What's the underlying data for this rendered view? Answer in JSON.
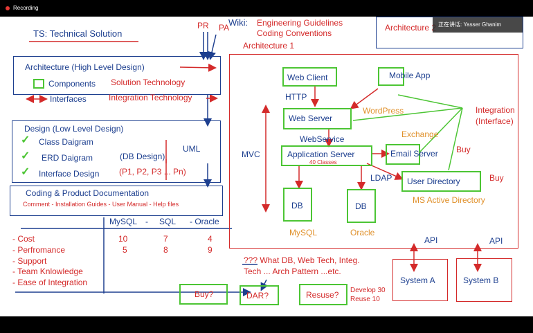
{
  "recording": {
    "label": "Recording"
  },
  "speaker": {
    "label": "正在讲话: Yasser Ghanim"
  },
  "whiteboard": {
    "ts_title": "TS: Technical Solution",
    "pr": "PR",
    "pa": "PA",
    "wiki": "Wiki:",
    "eng_guidelines": "Engineering Guidelines",
    "coding_conventions": "Coding Conventions",
    "architecture1": "Architecture 1",
    "architecture2": "Architecture 2",
    "arch_box": {
      "title": "Architecture (High Level Design)",
      "components": "Components",
      "interfaces": "Interfaces"
    },
    "solution_tech": "Solution Technology",
    "integration_tech": "Integration Technology",
    "design_box": {
      "title": "Design (Low Level Design)",
      "items": [
        "Class Daigram",
        "ERD Daigram",
        "Interface Design"
      ]
    },
    "db_design": "(DB Design)",
    "uml": "UML",
    "p_list": "(P1, P2, P3 ... Pn)",
    "coding_box": {
      "title": "Coding & Product Documentation",
      "subtitle": "Comment - Installation Guides - User Manual - Help files"
    },
    "comparison": {
      "headers": [
        "MySQL",
        "-",
        "SQL",
        "- Oracle"
      ],
      "rows": [
        {
          "label": "- Cost",
          "values": [
            "10",
            "7",
            "4"
          ]
        },
        {
          "label": "- Perfromance",
          "values": [
            "5",
            "8",
            "9"
          ]
        },
        {
          "label": "- Support",
          "values": []
        },
        {
          "label": "- Team Knlowledge",
          "values": []
        },
        {
          "label": "- Ease of Integration",
          "values": []
        }
      ]
    },
    "diagram": {
      "web_client": "Web Client",
      "mobile_app": "Mobile App",
      "http": "HTTP",
      "web_server": "Web Server",
      "wordpress": "WordPress",
      "integration": "Integration",
      "integration_sub": "(Interface)",
      "webservice": "WebService",
      "exchange": "Exchange",
      "mvc": "MVC",
      "app_server": "Application Server",
      "classes": "40 Classes",
      "email_server": "Email Server",
      "buy1": "Buy",
      "ldap": "LDAP",
      "user_directory": "User Directory",
      "buy2": "Buy",
      "ms_ad": "MS Active Directory",
      "db1": "DB",
      "db2": "DB",
      "mysql": "MySQL",
      "oracle": "Oracle"
    },
    "api1": "API",
    "api2": "API",
    "system_a": "System A",
    "system_b": "System B",
    "question_line1": "??? What DB, Web Tech, Integ.",
    "question_line2": "Tech ... Arch Pattern ...etc.",
    "buy_box": "Buy?",
    "dar_box": "DAR?",
    "reuse_box": "Resuse?",
    "develop": "Develop 30",
    "reuse": "Reuse 10"
  }
}
